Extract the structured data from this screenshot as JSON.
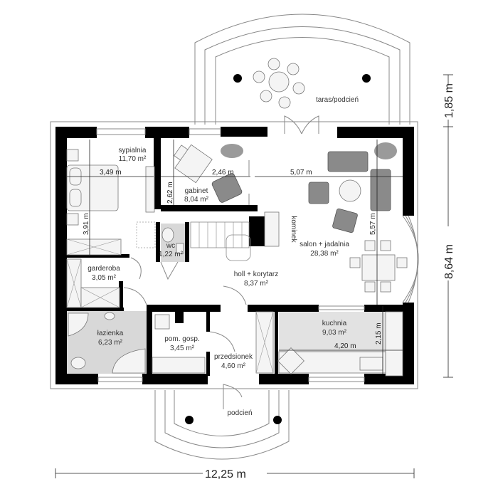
{
  "rooms": {
    "sypialnia": {
      "name": "sypialnia",
      "area": "11,70 m²"
    },
    "gabinet": {
      "name": "gabinet",
      "area": "8,04 m²"
    },
    "wc": {
      "name": "wc",
      "area": "1,22 m²"
    },
    "garderoba": {
      "name": "garderoba",
      "area": "3,05 m²"
    },
    "lazienka": {
      "name": "łazienka",
      "area": "6,23 m²"
    },
    "pom_gosp": {
      "name": "pom. gosp.",
      "area": "3,45 m²"
    },
    "przedsionek": {
      "name": "przedsionek",
      "area": "4,60 m²"
    },
    "holl": {
      "name": "holl + korytarz",
      "area": "8,37 m²"
    },
    "salon": {
      "name": "salon + jadalnia",
      "area": "28,38 m²"
    },
    "kuchnia": {
      "name": "kuchnia",
      "area": "9,03 m²"
    },
    "kominek": {
      "name": "kominek"
    },
    "taras": {
      "name": "taras/podcień"
    },
    "podcien": {
      "name": "podcień"
    }
  },
  "dimensions": {
    "sypialnia_width": "3,49 m",
    "sypialnia_depth": "3,91 m",
    "gabinet_width": "2,46 m",
    "gabinet_depth": "2,62 m",
    "salon_width": "5,07 m",
    "salon_depth": "5,57 m",
    "kuchnia_width": "4,20 m",
    "kuchnia_depth": "2,15 m",
    "total_width": "12,25 m",
    "total_depth": "8,64 m",
    "terrace_depth": "1,85 m"
  }
}
